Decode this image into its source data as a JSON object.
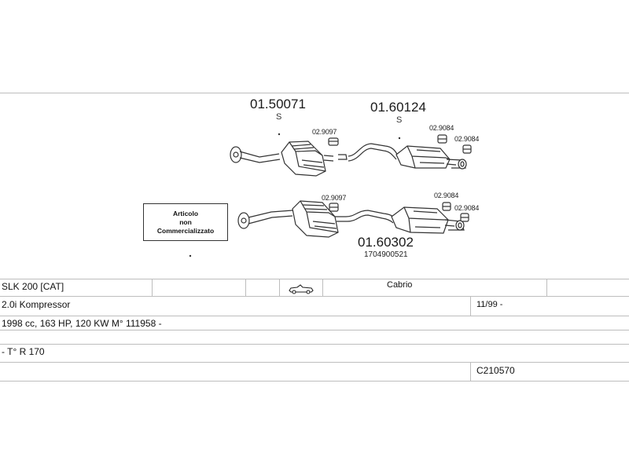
{
  "parts": {
    "front_muffler_top": {
      "code": "01.50071",
      "flag": "S"
    },
    "rear_muffler_top": {
      "code": "01.60124",
      "flag": "S"
    },
    "rear_muffler_bottom": {
      "code": "01.60302",
      "oem": "1704900521"
    },
    "clamps": {
      "top_a": "02.9097",
      "top_b": "02.9084",
      "top_c": "02.9084",
      "bottom_a": "02.9097",
      "bottom_b": "02.9084",
      "bottom_c": "02.9084"
    }
  },
  "note": {
    "line1": "Articolo",
    "line2": "non",
    "line3": "Commercializzato"
  },
  "vehicle": {
    "model": "SLK 200  [CAT]",
    "body": "Cabrio",
    "engine": "2.0i Kompressor",
    "date_from": "11/99 -",
    "specs": "1998 cc, 163 HP, 120 KW M° 111958 -",
    "type": "- T° R 170",
    "catalog_code": "C210570"
  },
  "icons": {
    "car": "convertible-car-icon"
  },
  "colors": {
    "lines": "#bdbdbd",
    "ink": "#333333"
  }
}
